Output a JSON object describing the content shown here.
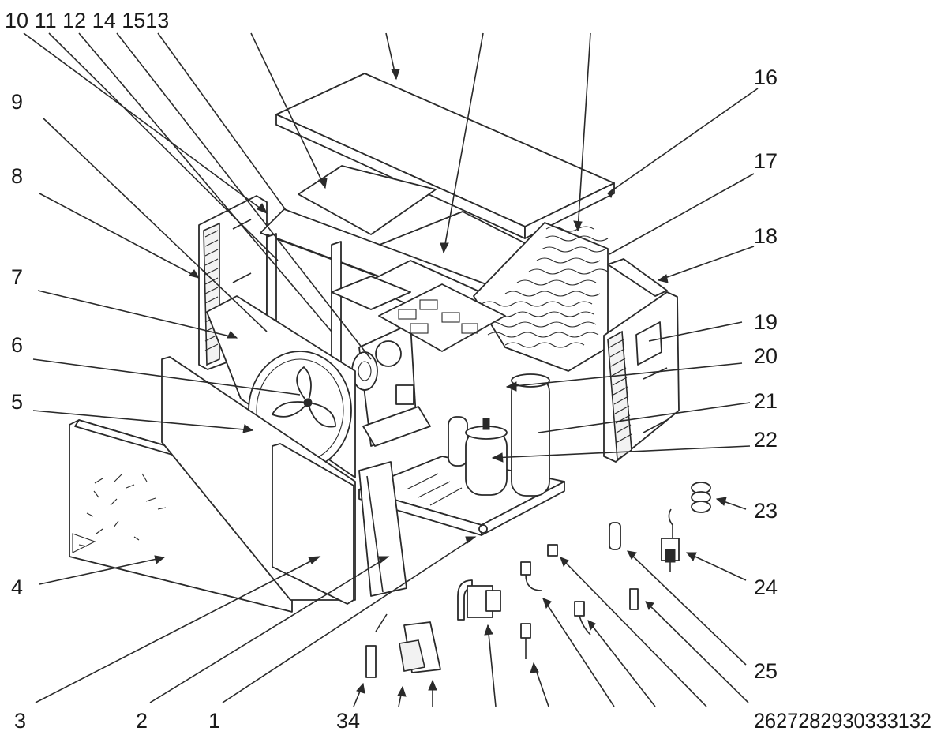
{
  "labels": {
    "top_left": [
      "10",
      "11",
      "12",
      "14",
      "15",
      "13"
    ],
    "l9": "9",
    "l8": "8",
    "l7": "7",
    "l6": "6",
    "l5": "5",
    "l4": "4",
    "l3": "3",
    "l2": "2",
    "l1": "1",
    "l34": "34",
    "l16": "16",
    "l17": "17",
    "l18": "18",
    "l19": "19",
    "l20": "20",
    "l21": "21",
    "l22": "22",
    "l23": "23",
    "l24": "24",
    "l25": "25",
    "bottom_right": [
      "26",
      "27",
      "28",
      "29",
      "30",
      "33",
      "31",
      "32"
    ]
  },
  "colors": {
    "ink": "#2a2a2a",
    "background": "#ffffff"
  }
}
